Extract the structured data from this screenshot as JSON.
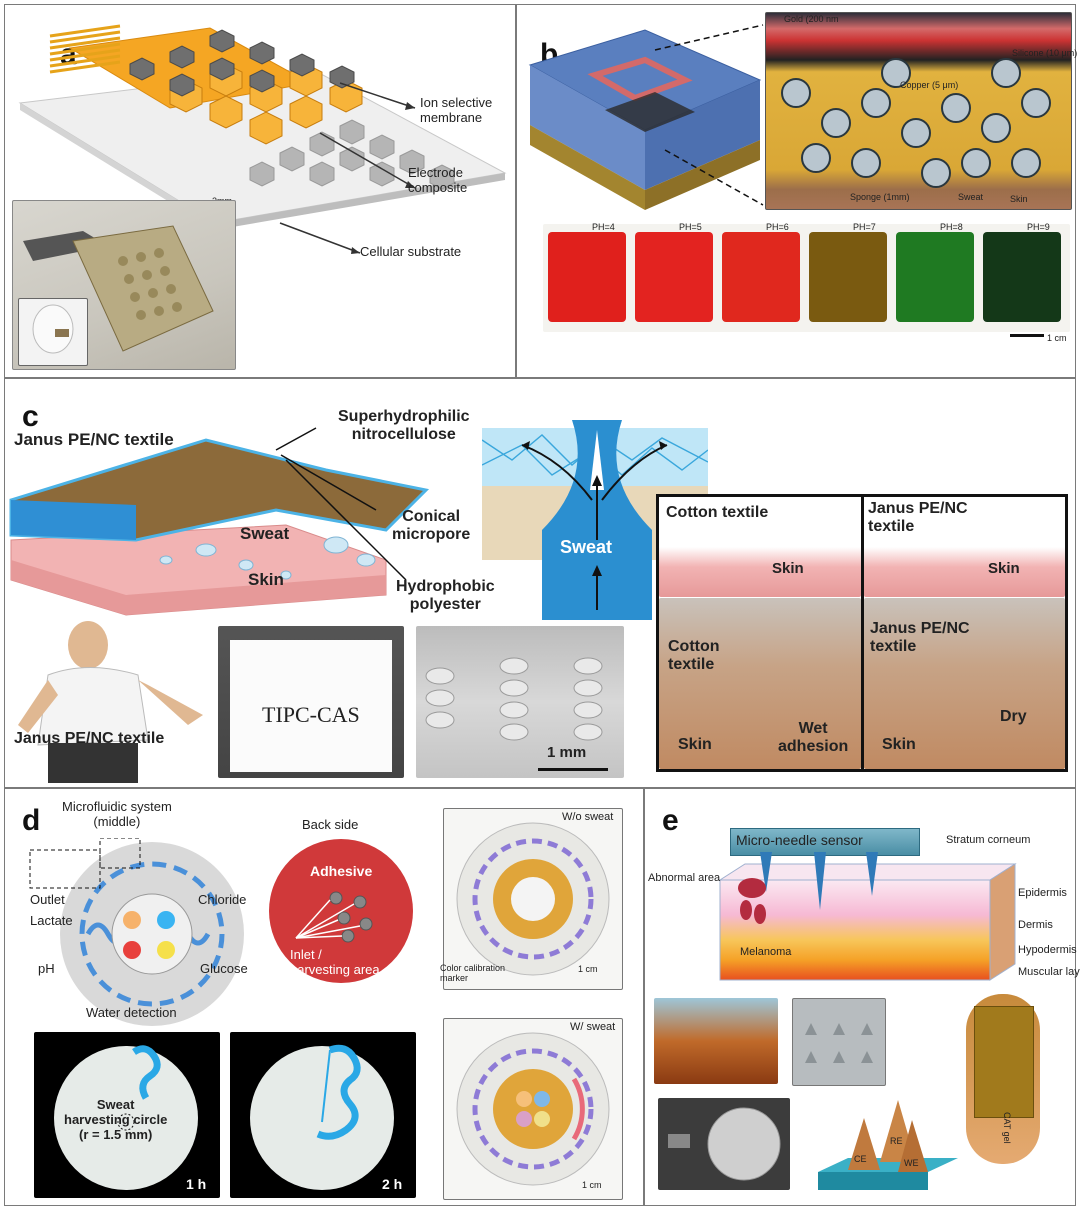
{
  "panels": {
    "a": {
      "label": "a",
      "ion_selective": "Ion selective\nmembrane",
      "electrode": "Electrode\ncomposite",
      "cellular": "Cellular substrate",
      "scale": "2mm"
    },
    "b": {
      "label": "b",
      "gold": "Gold (200 nm",
      "silicone": "Silicone (10 μm)",
      "copper": "Copper (5 μm)",
      "sponge": "Sponge (1mm)",
      "sweat": "Sweat",
      "skin": "Skin",
      "ph_labels": [
        "PH=4",
        "PH=5",
        "PH=6",
        "PH=7",
        "PH=8",
        "PH=9"
      ],
      "ph_colors": [
        "#e0201c",
        "#e32320",
        "#e0281e",
        "#7a5a10",
        "#1f7a22",
        "#143818"
      ],
      "scale": "1 cm"
    },
    "c": {
      "label": "c",
      "janus_title": "Janus PE/NC textile",
      "superhydrophilic": "Superhydrophilic\nnitrocellulose",
      "conical": "Conical\nmicropore",
      "hydrophobic": "Hydrophobic\npolyester",
      "sweat1": "Sweat",
      "skin1": "Skin",
      "sweat_center": "Sweat",
      "cotton_textile": "Cotton textile",
      "janus_textile": "Janus PE/NC\ntextile",
      "skin_small1": "Skin",
      "skin_small2": "Skin",
      "cotton_photo": "Cotton\ntextile",
      "janus_photo": "Janus PE/NC\ntextile",
      "wet_adhesion": "Wet\nadhesion",
      "dry": "Dry",
      "skin_photo1": "Skin",
      "skin_photo2": "Skin",
      "runner_label": "Janus PE/NC textile",
      "fabric_label": "TIPC-CAS",
      "scale": "1 mm"
    },
    "d": {
      "label": "d",
      "microfluidic": "Microfluidic system\n(middle)",
      "back_side": "Back side",
      "adhesive": "Adhesive",
      "inlet": "Inlet /\nharvesting area",
      "outlet": "Outlet",
      "lactate": "Lactate",
      "chloride": "Chloride",
      "ph": "pH",
      "glucose": "Glucose",
      "water": "Water detection",
      "wo_sweat": "W/o sweat",
      "w_sweat": "W/ sweat",
      "color_cal": "Color calibration\nmarker",
      "scale1": "1 cm",
      "scale2": "1 cm",
      "harvest": "Sweat\nharvesting circle\n(r = 1.5 mm)",
      "t1": "1 h",
      "t2": "2 h"
    },
    "e": {
      "label": "e",
      "micro_needle": "Micro-needle sensor",
      "stratum": "Stratum corneum",
      "abnormal": "Abnormal area",
      "melanoma": "Melanoma",
      "epidermis": "Epidermis",
      "dermis": "Dermis",
      "hypodermis": "Hypodermis",
      "muscular": "Muscular layer",
      "ce": "CE",
      "re": "RE",
      "we": "WE",
      "gel": "CAT gel"
    }
  }
}
